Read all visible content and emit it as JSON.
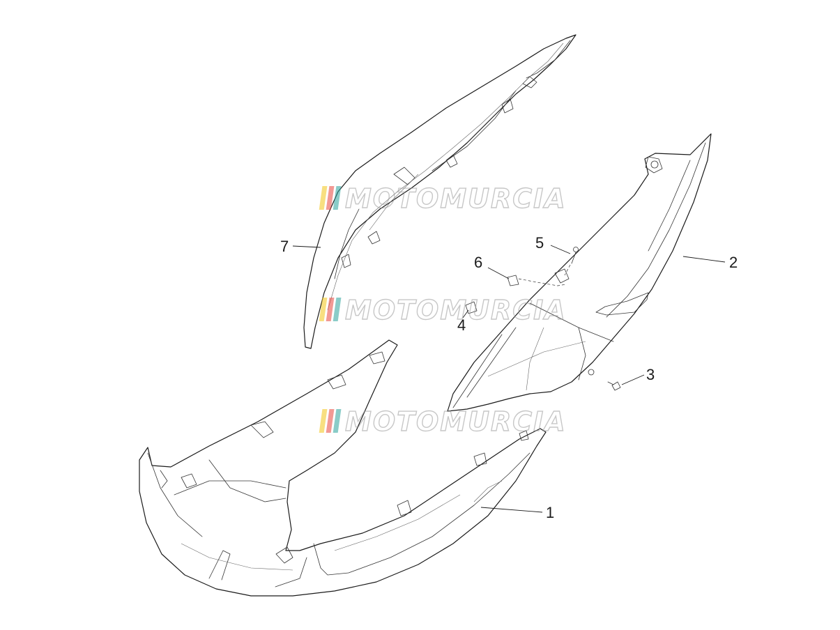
{
  "watermark": {
    "text": "MOTOMURCIA",
    "stripe_colors": [
      "#f2c418",
      "#e8463c",
      "#2aa39a"
    ]
  },
  "callouts": [
    {
      "id": "1",
      "label": "1"
    },
    {
      "id": "2",
      "label": "2"
    },
    {
      "id": "3",
      "label": "3"
    },
    {
      "id": "4",
      "label": "4"
    },
    {
      "id": "5",
      "label": "5"
    },
    {
      "id": "6",
      "label": "6"
    },
    {
      "id": "7",
      "label": "7"
    }
  ],
  "colors": {
    "line": "#1a1a1a",
    "background": "#ffffff"
  }
}
